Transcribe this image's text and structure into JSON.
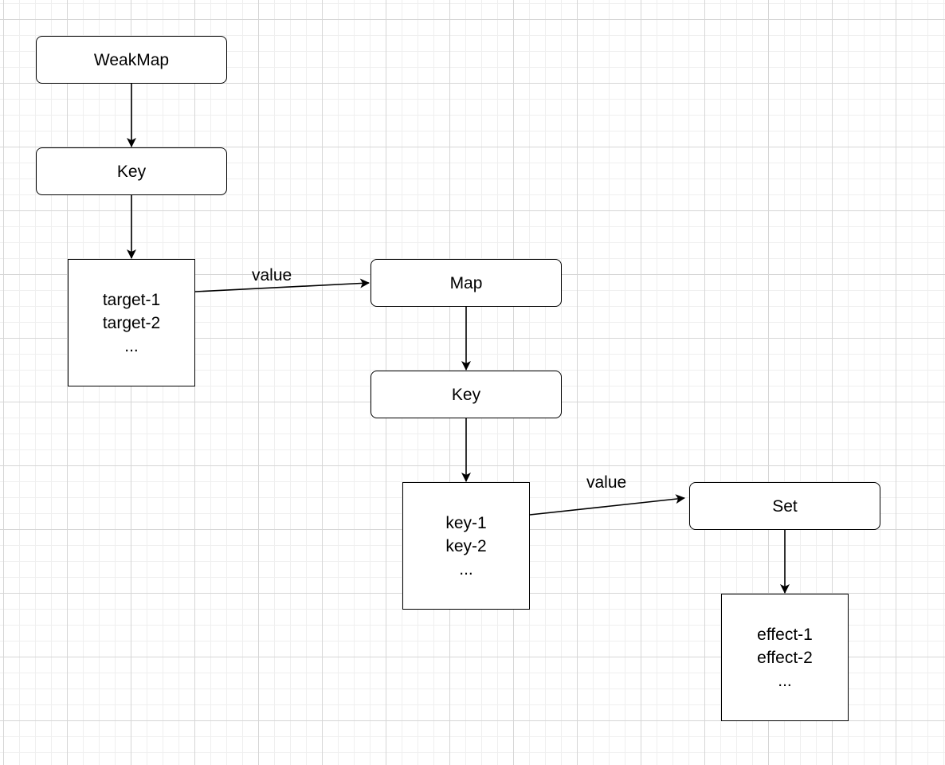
{
  "nodes": {
    "weakmap": "WeakMap",
    "key_top": "Key",
    "targets": [
      "target-1",
      "target-2",
      "..."
    ],
    "map": "Map",
    "key_mid": "Key",
    "keys": [
      "key-1",
      "key-2",
      "..."
    ],
    "set": "Set",
    "effects": [
      "effect-1",
      "effect-2",
      "..."
    ]
  },
  "edge_labels": {
    "targets_to_map": "value",
    "keys_to_set": "value"
  }
}
